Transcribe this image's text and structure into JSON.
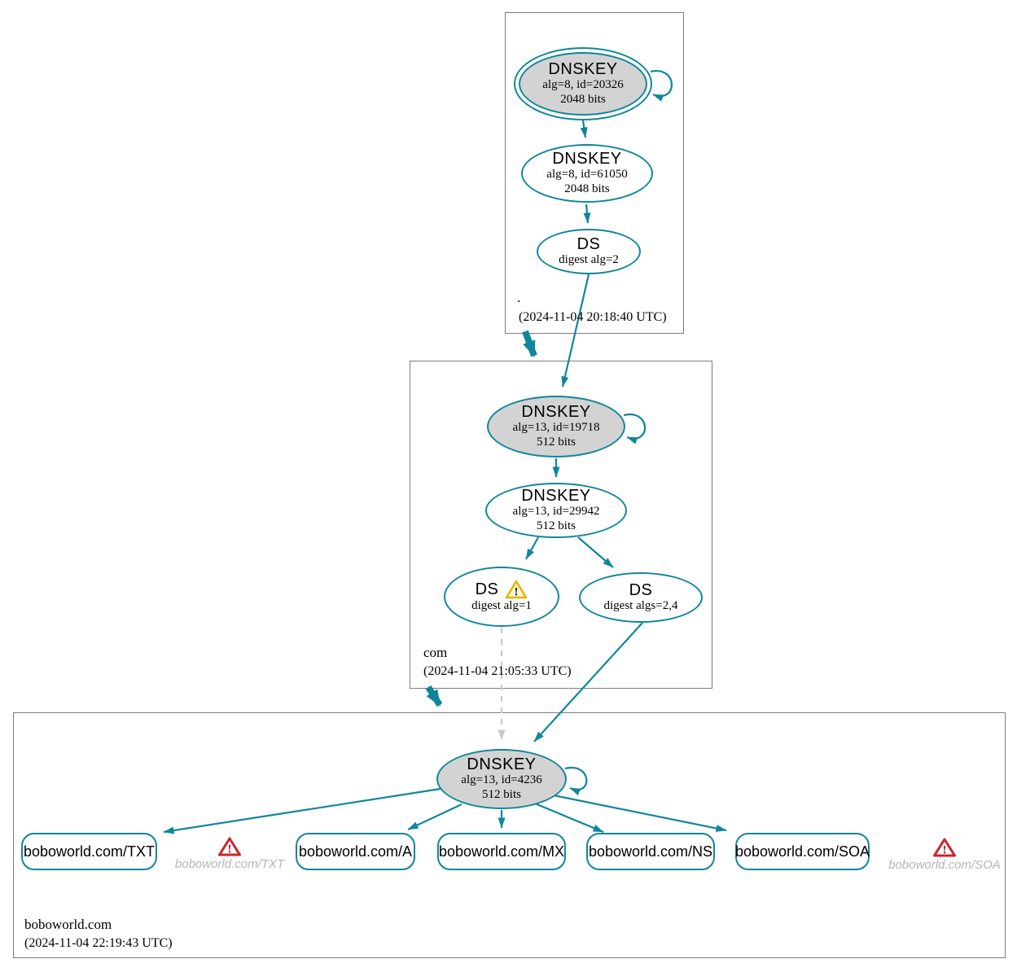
{
  "colors": {
    "accent_teal": "#10869b",
    "node_fill_gray": "#d3d3d3",
    "zone_border_gray": "#7d7d7d",
    "insecure_edge_gray": "#cccccc",
    "muted_label_gray": "#b5b5b5",
    "warning_yellow": "#e6b400",
    "error_red": "#c9252b"
  },
  "icons": {
    "exclamation": "!"
  },
  "zones": {
    "root": {
      "name": ".",
      "timestamp": "(2024-11-04 20:18:40 UTC)",
      "ksk": {
        "title": "DNSKEY",
        "detail1": "alg=8, id=20326",
        "detail2": "2048 bits"
      },
      "zsk": {
        "title": "DNSKEY",
        "detail1": "alg=8, id=61050",
        "detail2": "2048 bits"
      },
      "ds": {
        "title": "DS",
        "detail1": "digest alg=2"
      }
    },
    "com": {
      "name": "com",
      "timestamp": "(2024-11-04 21:05:33 UTC)",
      "ksk": {
        "title": "DNSKEY",
        "detail1": "alg=13, id=19718",
        "detail2": "512 bits"
      },
      "zsk": {
        "title": "DNSKEY",
        "detail1": "alg=13, id=29942",
        "detail2": "512 bits"
      },
      "ds_alg1": {
        "title": "DS",
        "detail1": "digest alg=1"
      },
      "ds_algs24": {
        "title": "DS",
        "detail1": "digest algs=2,4"
      }
    },
    "boboworld": {
      "name": "boboworld.com",
      "timestamp": "(2024-11-04 22:19:43 UTC)",
      "ksk": {
        "title": "DNSKEY",
        "detail1": "alg=13, id=4236",
        "detail2": "512 bits"
      },
      "rrsets": [
        {
          "label": "boboworld.com/TXT"
        },
        {
          "label": "boboworld.com/A"
        },
        {
          "label": "boboworld.com/MX"
        },
        {
          "label": "boboworld.com/NS"
        },
        {
          "label": "boboworld.com/SOA"
        }
      ],
      "errors": [
        {
          "label": "boboworld.com/TXT"
        },
        {
          "label": "boboworld.com/SOA"
        }
      ]
    }
  }
}
